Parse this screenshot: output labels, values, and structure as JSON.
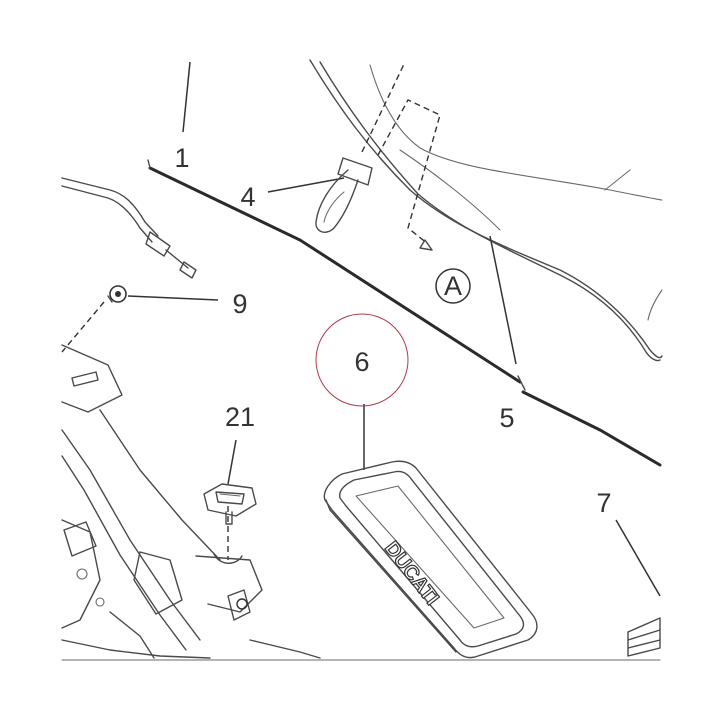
{
  "diagram": {
    "callouts": [
      {
        "id": "1",
        "label": "1"
      },
      {
        "id": "4",
        "label": "4"
      },
      {
        "id": "9",
        "label": "9"
      },
      {
        "id": "6",
        "label": "6"
      },
      {
        "id": "21",
        "label": "21"
      },
      {
        "id": "5",
        "label": "5"
      },
      {
        "id": "7",
        "label": "7"
      }
    ],
    "view_marker": "A",
    "brand_text": "DUCATI",
    "highlight_color": "#b03a48"
  }
}
